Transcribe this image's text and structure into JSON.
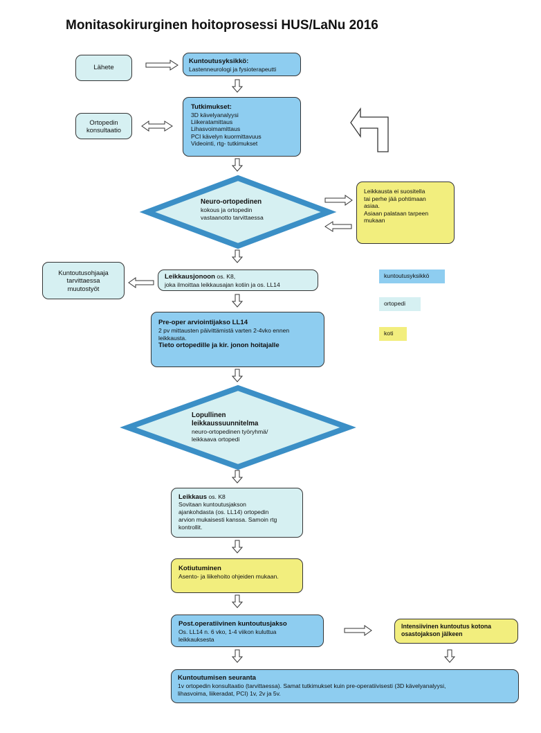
{
  "title": "Monitasokirurginen hoitoprosessi HUS/LaNu 2016",
  "colors": {
    "kuntoutusyksikko": "#8ecdf0",
    "ortopedi": "#d6f0f2",
    "koti": "#f2ee7e",
    "diamond_border": "#3b8fc6"
  },
  "nodes": {
    "lahete": {
      "text": "Lähete"
    },
    "kuntoutusyksikko": {
      "heading": "Kuntoutusyksikkö:",
      "lines": [
        "Lastenneurologi ja fysioterapeutti"
      ]
    },
    "ortopedin_konsultaatio": {
      "lines": [
        "Ortopedin",
        "konsultaatio"
      ]
    },
    "tutkimukset": {
      "heading": "Tutkimukset:",
      "lines": [
        "3D kävelyanalyysi",
        "Liikeratamittaus",
        "Lihasvoimamittaus",
        "PCI kävelyn kuormittavuus",
        "Videointi, rtg- tutkimukset"
      ]
    },
    "neuro_ortopedinen": {
      "heading": "Neuro-ortopedinen",
      "lines": [
        "kokous ja ortopedin",
        "vastaanotto tarvittaessa"
      ]
    },
    "leikkausta_ei": {
      "lines": [
        "Leikkausta ei suositella",
        "tai perhe jää pohtimaan",
        "asiaa.",
        "Asiaan palataan tarpeen",
        "mukaan"
      ]
    },
    "kuntoutusohjaaja": {
      "lines": [
        "Kuntoutusohjaaja",
        "tarvittaessa",
        "muutostyöt"
      ]
    },
    "leikkausjonoon": {
      "heading": "Leikkausjonoon",
      "heading_suffix": " os. K8,",
      "lines": [
        "joka ilmoittaa leikkausajan kotiin ja os. LL14"
      ]
    },
    "preoper": {
      "heading": "Pre-oper arviointijakso LL14",
      "lines": [
        "2 pv mittausten päivittämistä varten 2-4vko ennen",
        "leikkausta."
      ],
      "bold_line": "Tieto ortopedille ja kir. jonon hoitajalle"
    },
    "lopullinen": {
      "heading_lines": [
        "Lopullinen",
        "leikkaussuunnitelma"
      ],
      "lines": [
        "neuro-ortopedinen työryhmä/",
        "leikkaava ortopedi"
      ]
    },
    "leikkaus": {
      "heading": "Leikkaus",
      "heading_suffix": " os. K8",
      "lines": [
        "Sovitaan kuntoutusjakson",
        "ajankohdasta (os. LL14) ortopedin",
        "arvion mukaisesti kanssa. Samoin rtg",
        "kontrollit."
      ]
    },
    "kotiutuminen": {
      "heading": "Kotiutuminen",
      "lines": [
        "Asento- ja liikehoito ohjeiden mukaan."
      ]
    },
    "postoper": {
      "heading": "Post.operatiivinen kuntoutusjakso",
      "lines": [
        "Os. LL14 n. 6 vko, 1-4 viikon kuluttua",
        "leikkauksesta"
      ]
    },
    "intensiivinen": {
      "lines": [
        "Intensiivinen kuntoutus kotona",
        "osastojakson jälkeen"
      ]
    },
    "seuranta": {
      "heading": "Kuntoutumisen seuranta",
      "lines": [
        "1v ortopedin konsultaatio (tarvittaessa). Samat tutkimukset kuin pre-operatiivisesti (3D kävelyanalyysi,",
        "lihasvoima, liikeradat, PCI) 1v, 2v ja 5v."
      ]
    }
  },
  "legend": [
    {
      "label": "kuntoutusyksikkö",
      "color": "#8ecdf0"
    },
    {
      "label": "ortopedi",
      "color": "#d6f0f2"
    },
    {
      "label": "koti",
      "color": "#f2ee7e"
    }
  ]
}
